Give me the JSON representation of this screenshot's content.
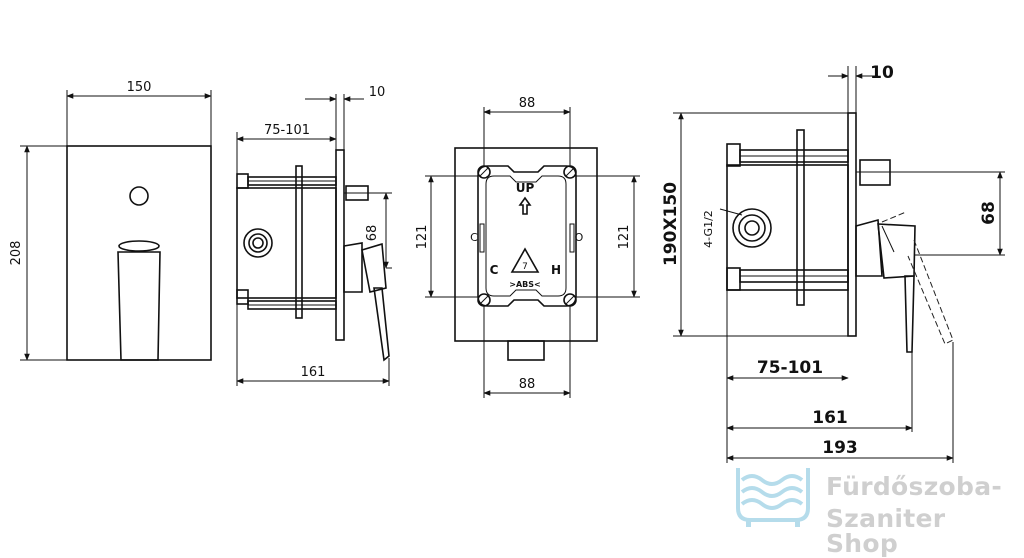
{
  "views": {
    "front": {
      "width": "150",
      "height": "208"
    },
    "side": {
      "depth": "75-101",
      "plate": "10",
      "offset": "68",
      "total": "161"
    },
    "box": {
      "top": "88",
      "left": "121",
      "right": "121",
      "bottom": "88",
      "up_label": "UP",
      "cold_label": "C",
      "hot_label": "H",
      "recycle_number": "7",
      "recycle_label": ">ABS<",
      "side_c": "C",
      "side_o": "O"
    },
    "detail": {
      "plate": "10",
      "size": "190X150",
      "offset": "68",
      "thread": "4-G1/2",
      "depth": "75-101",
      "d161": "161",
      "d193": "193"
    }
  },
  "watermark": {
    "line1": "Fürdőszoba-",
    "line2": "Szaniter Shop",
    "color": "#cfcfcf",
    "icon_color": "#a9d6e8"
  }
}
